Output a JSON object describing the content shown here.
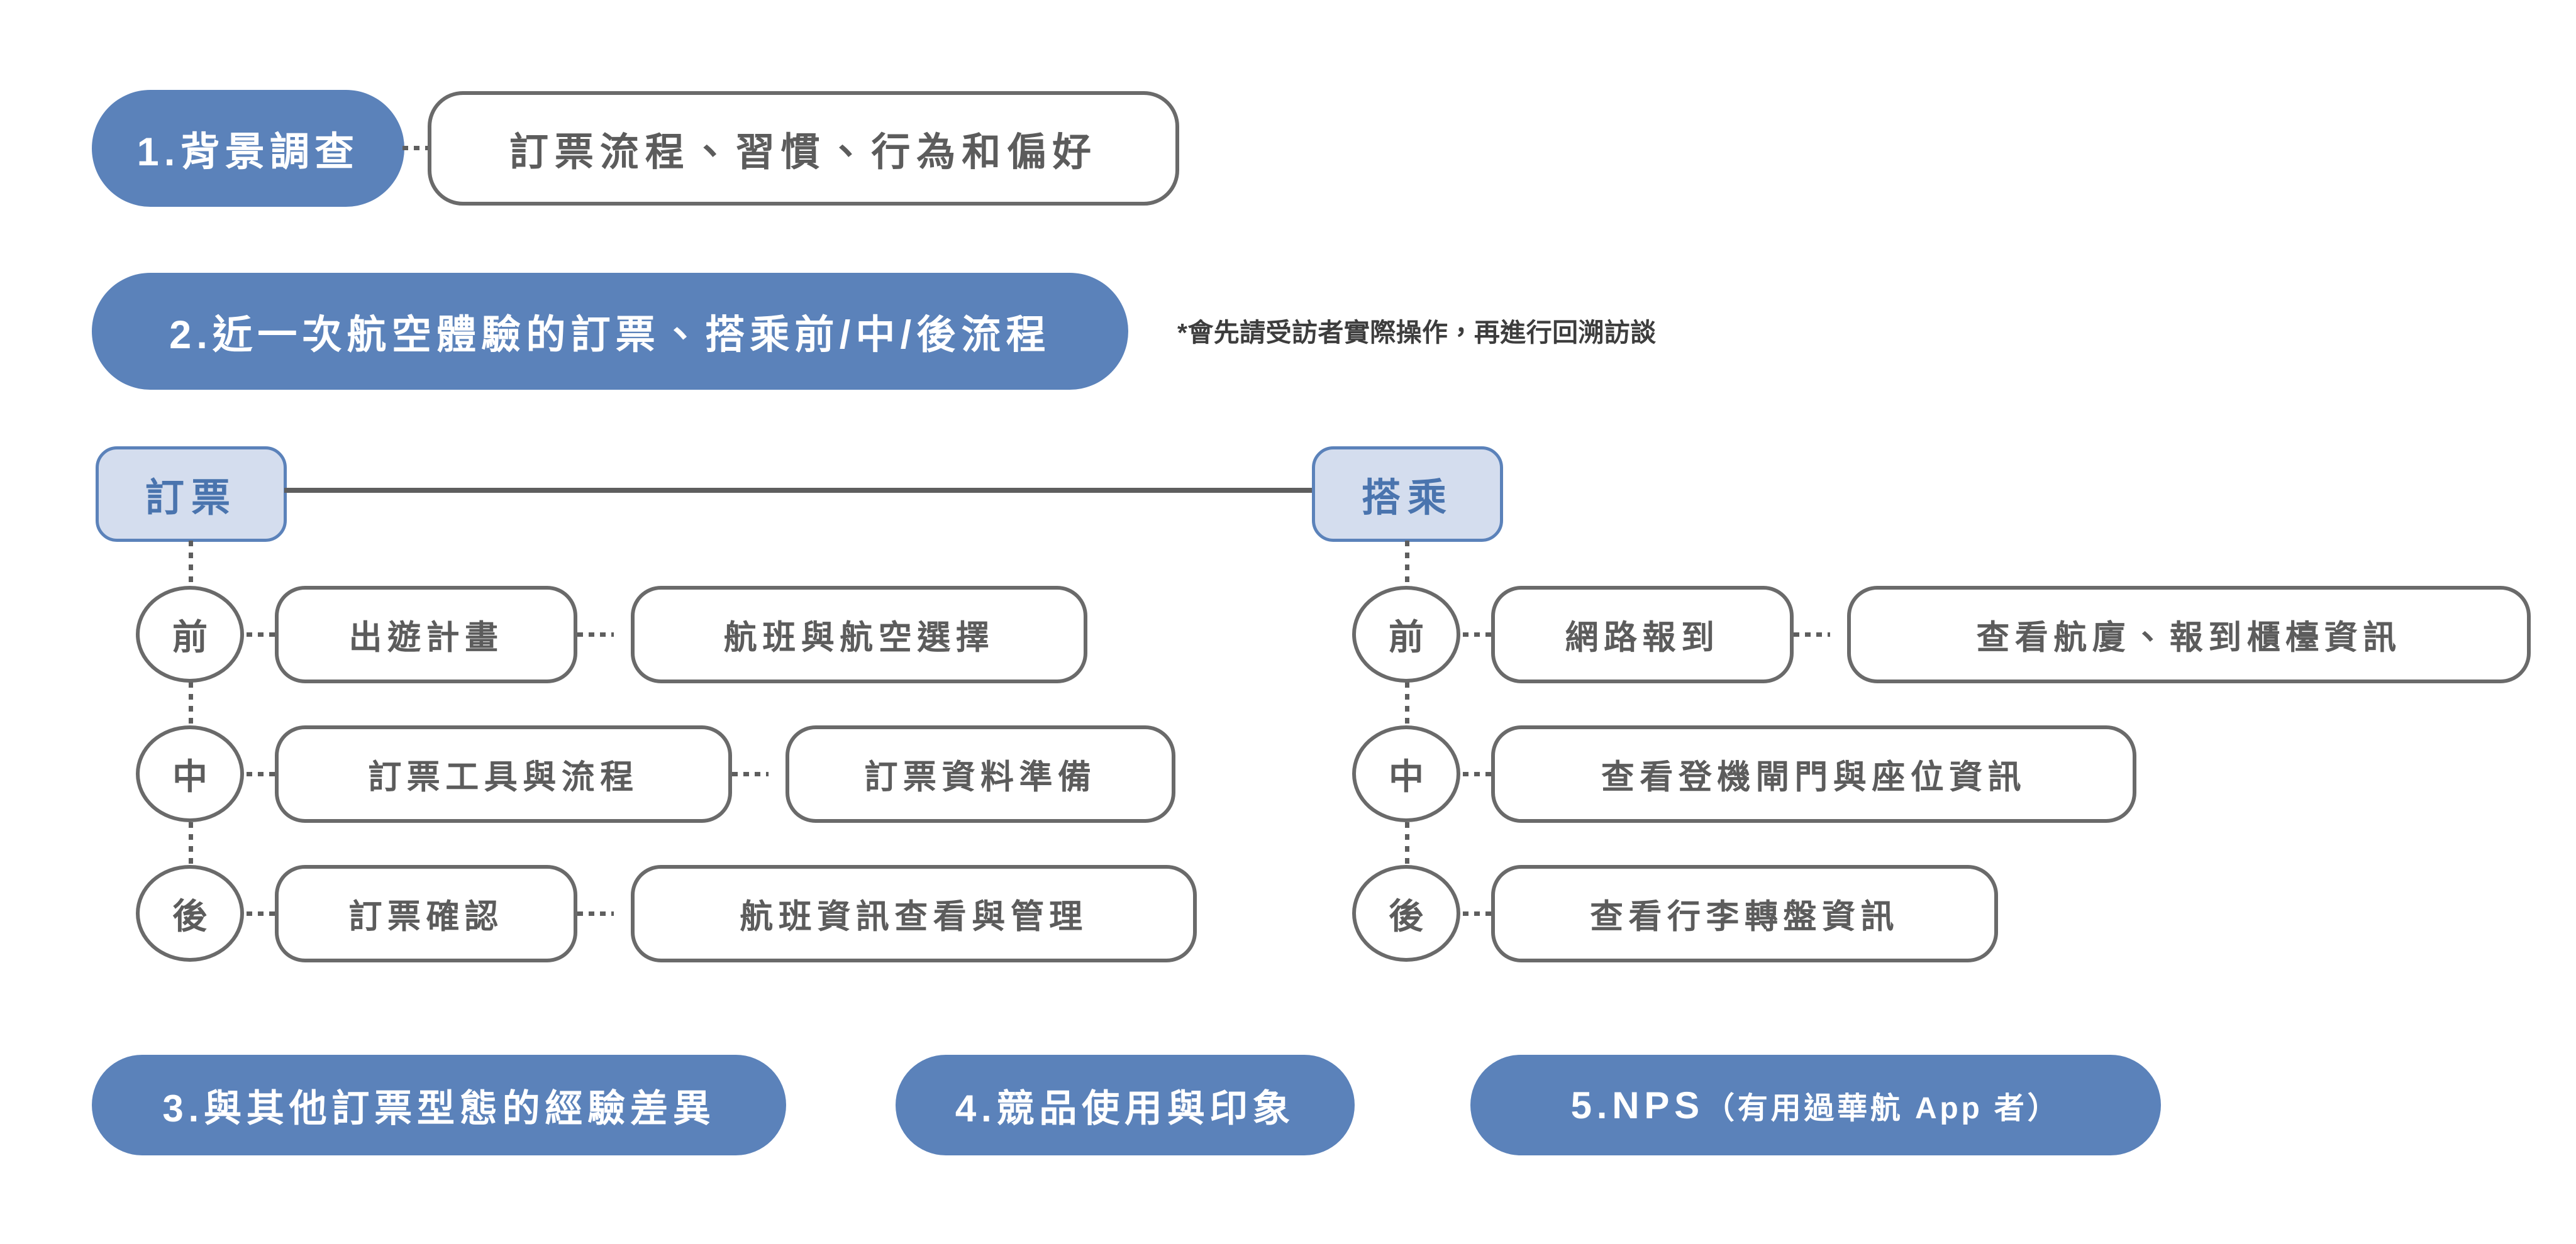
{
  "theme": {
    "accent_blue": "#5b82ba",
    "light_blue_fill": "#d4ddee",
    "outline_gray": "#6a6a6a",
    "text_gray": "#5c5c5c",
    "connector_gray": "#5e5e5e",
    "background": "#ffffff"
  },
  "sections": {
    "s1": {
      "pill_label": "1.背景調查",
      "box_label": "訂票流程、習慣、行為和偏好"
    },
    "s2": {
      "pill_label": "2.近一次航空體驗的訂票、搭乘前/中/後流程",
      "note": "*會先請受訪者實際操作，再進行回溯訪談"
    },
    "s3": {
      "pill_label": "3.與其他訂票型態的經驗差異"
    },
    "s4": {
      "pill_label": "4.競品使用與印象"
    },
    "s5": {
      "pill_main": "5.NPS",
      "pill_paren": "（有用過華航 App 者）"
    }
  },
  "branches": [
    {
      "name": "booking",
      "header": "訂票",
      "rows": [
        {
          "stage": "前",
          "steps": [
            "出遊計畫",
            "航班與航空選擇"
          ]
        },
        {
          "stage": "中",
          "steps": [
            "訂票工具與流程",
            "訂票資料準備"
          ]
        },
        {
          "stage": "後",
          "steps": [
            "訂票確認",
            "航班資訊查看與管理"
          ]
        }
      ]
    },
    {
      "name": "boarding",
      "header": "搭乘",
      "rows": [
        {
          "stage": "前",
          "steps": [
            "網路報到",
            "查看航廈、報到櫃檯資訊"
          ]
        },
        {
          "stage": "中",
          "steps": [
            "查看登機閘門與座位資訊"
          ]
        },
        {
          "stage": "後",
          "steps": [
            "查看行李轉盤資訊"
          ]
        }
      ]
    }
  ]
}
